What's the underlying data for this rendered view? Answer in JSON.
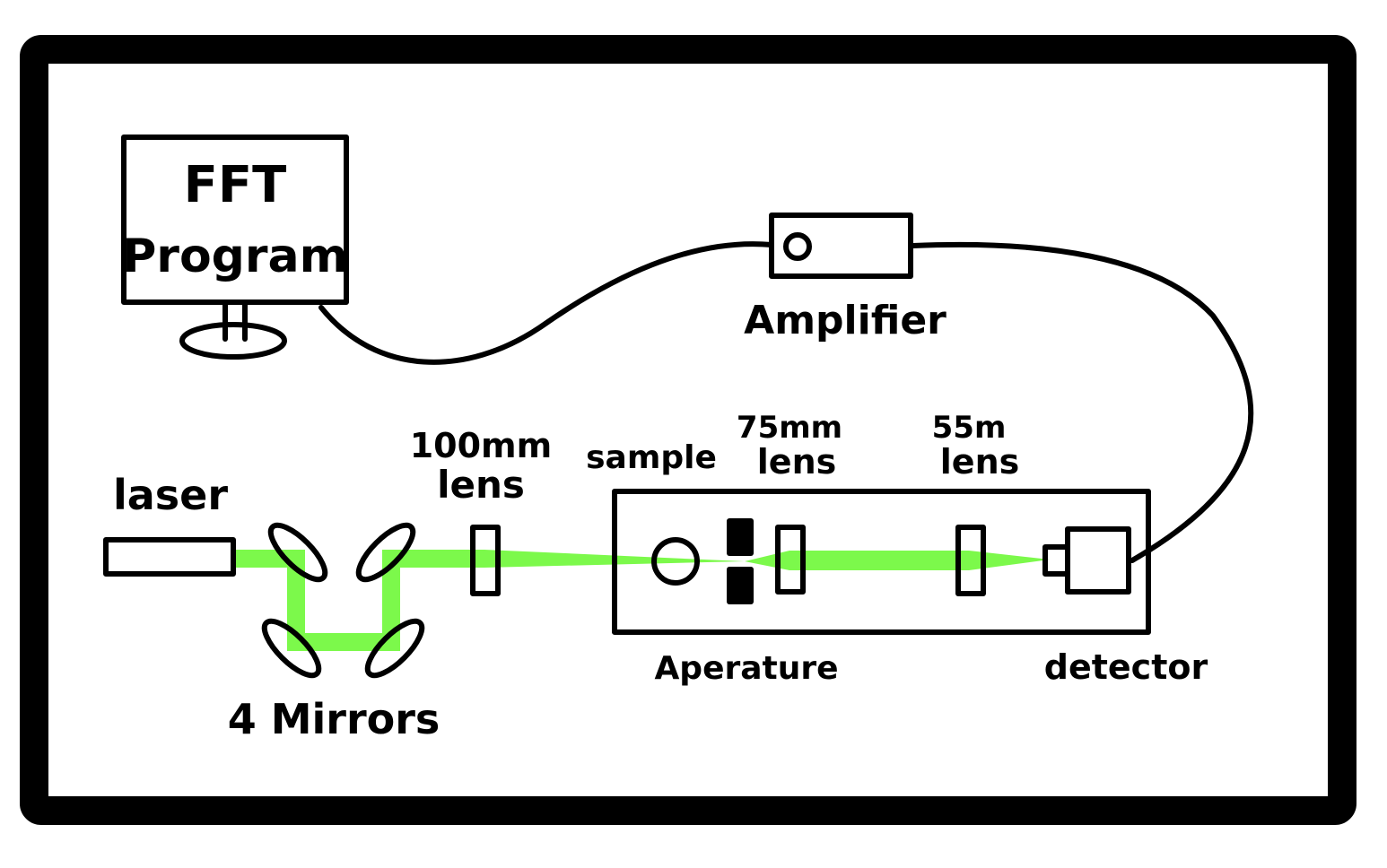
{
  "colors": {
    "ink": "#000000",
    "beam": "#7cf94b",
    "background": "#ffffff"
  },
  "labels": {
    "computer_line1": "FFT",
    "computer_line2": "Program",
    "amplifier": "Amplifier",
    "laser": "laser",
    "mirrors": "4 Mirrors",
    "lens1_line1": "100mm",
    "lens1_line2": "lens",
    "sample": "sample",
    "lens2_line1": "75mm",
    "lens2_line2": "lens",
    "lens3_line1": "55m",
    "lens3_line2": "lens",
    "aperture": "Aperature",
    "detector": "detector"
  },
  "icons": {
    "computer": "monitor-icon",
    "amplifier": "amplifier-box-icon",
    "laser": "laser-icon",
    "mirror": "mirror-icon",
    "lens": "lens-icon",
    "sample": "sample-circle-icon",
    "aperture": "aperture-icon",
    "detector": "detector-icon"
  }
}
